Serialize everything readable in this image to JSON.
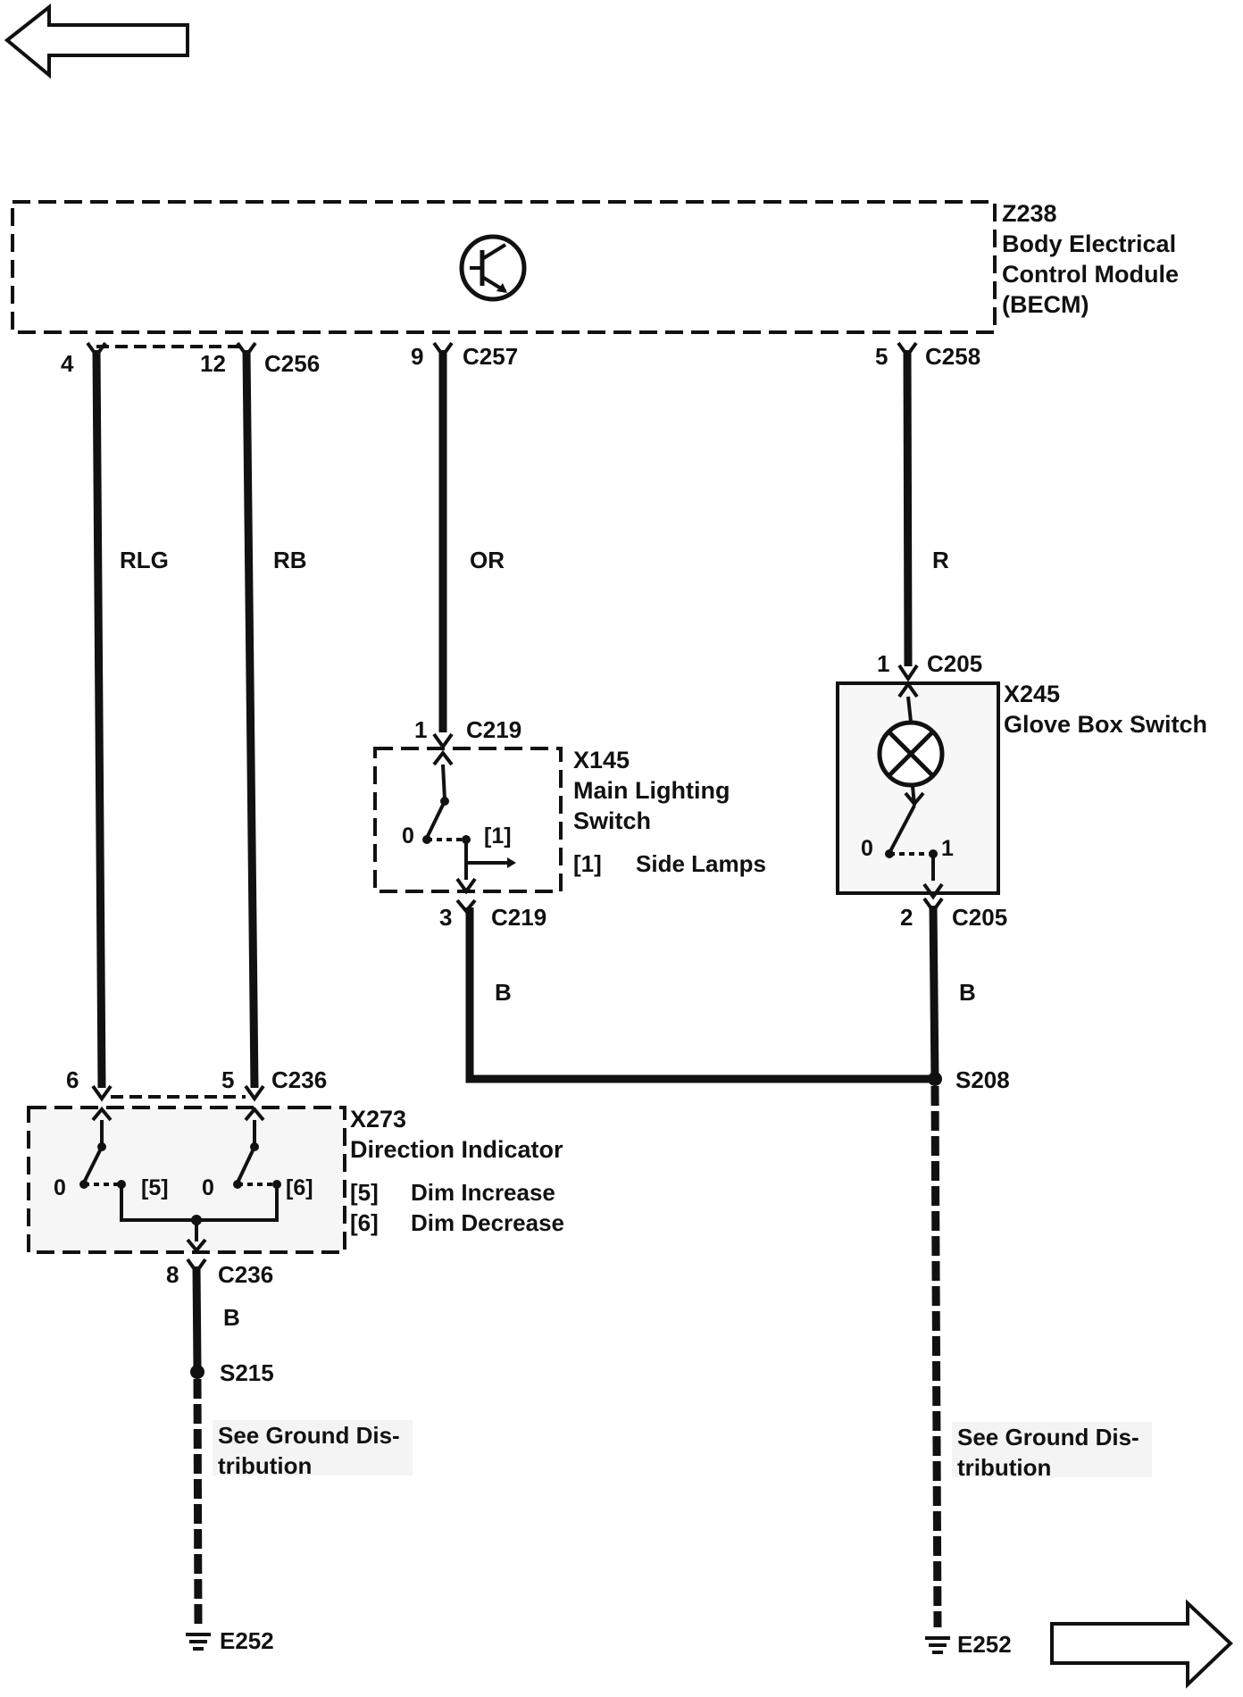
{
  "nav": {
    "back_arrow": "arrow-left-icon",
    "forward_arrow": "arrow-right-icon"
  },
  "module": {
    "id": "Z238",
    "name_line1": "Body Electrical",
    "name_line2": "Control Module",
    "name_line3": "(BECM)",
    "icon": "transistor-icon"
  },
  "module_pins": {
    "c256": "C256",
    "pin4": "4",
    "pin12": "12",
    "c257": "C257",
    "pin9": "9",
    "c258": "C258",
    "pin5": "5"
  },
  "wires": {
    "rlg": "RLG",
    "rb": "RB",
    "or": "OR",
    "r": "R",
    "b1": "B",
    "b2": "B",
    "b3": "B"
  },
  "main_switch": {
    "id": "X145",
    "name_line1": "Main Lighting",
    "name_line2": "Switch",
    "top_pin": "1",
    "top_conn": "C219",
    "bot_pin": "3",
    "bot_conn": "C219",
    "pos0": "0",
    "pos1": "[1]",
    "legend_key": "[1]",
    "legend_text": "Side Lamps"
  },
  "glove_switch": {
    "id": "X245",
    "name": "Glove Box Switch",
    "top_pin": "1",
    "top_conn": "C205",
    "bot_pin": "2",
    "bot_conn": "C205",
    "pos0": "0",
    "pos1": "1",
    "lamp_icon": "lamp-icon"
  },
  "direction_indicator": {
    "id": "X273",
    "name": "Direction Indicator",
    "pin6": "6",
    "pin5": "5",
    "top_conn": "C236",
    "bot_pin": "8",
    "bot_conn": "C236",
    "sw1_pos0": "0",
    "sw1_pos": "[5]",
    "sw2_pos0": "0",
    "sw2_pos": "[6]",
    "legend1_key": "[5]",
    "legend1_text": "Dim Increase",
    "legend2_key": "[6]",
    "legend2_text": "Dim Decrease"
  },
  "splices": {
    "s208": "S208",
    "s215": "S215"
  },
  "ground": {
    "left_note_line1": "See Ground Dis-",
    "left_note_line2": "tribution",
    "right_note_line1": "See Ground Dis-",
    "right_note_line2": "tribution",
    "left_id": "E252",
    "right_id": "E252",
    "icon": "ground-icon"
  }
}
